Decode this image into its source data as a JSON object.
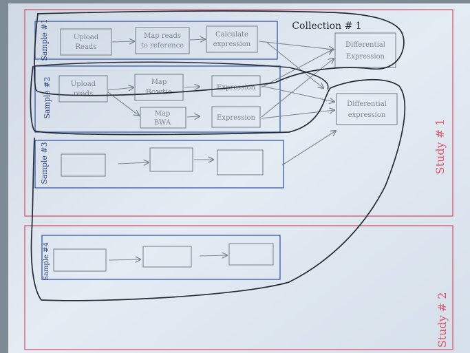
{
  "collection": {
    "label": "Collection # 1"
  },
  "studies": [
    {
      "label": "Study # 1"
    },
    {
      "label": "Study # 2"
    }
  ],
  "samples": [
    {
      "label": "Sample #1",
      "steps": [
        {
          "line1": "Upload",
          "line2": "Reads"
        },
        {
          "line1": "Map reads",
          "line2": "to reference"
        },
        {
          "line1": "Calculate",
          "line2": "expression"
        }
      ]
    },
    {
      "label": "Sample #2",
      "steps": [
        {
          "line1": "Upload",
          "line2": "reads"
        },
        {
          "line1": "Map",
          "line2": "Bowtie"
        },
        {
          "line1": "Map",
          "line2": "BWA"
        },
        {
          "line1": "Expression",
          "line2": ""
        },
        {
          "line1": "Expression",
          "line2": ""
        }
      ]
    },
    {
      "label": "Sample #3",
      "steps": []
    },
    {
      "label": "Sample #4",
      "steps": []
    }
  ],
  "outputs": [
    {
      "line1": "Differential",
      "line2": "Expression"
    },
    {
      "line1": "Differential",
      "line2": "expression"
    }
  ],
  "colors": {
    "paper": "#dfe8f1",
    "pencil": "#7b8590",
    "ink": "#222a33",
    "red": "#d9556b",
    "blue": "#3658a8"
  }
}
